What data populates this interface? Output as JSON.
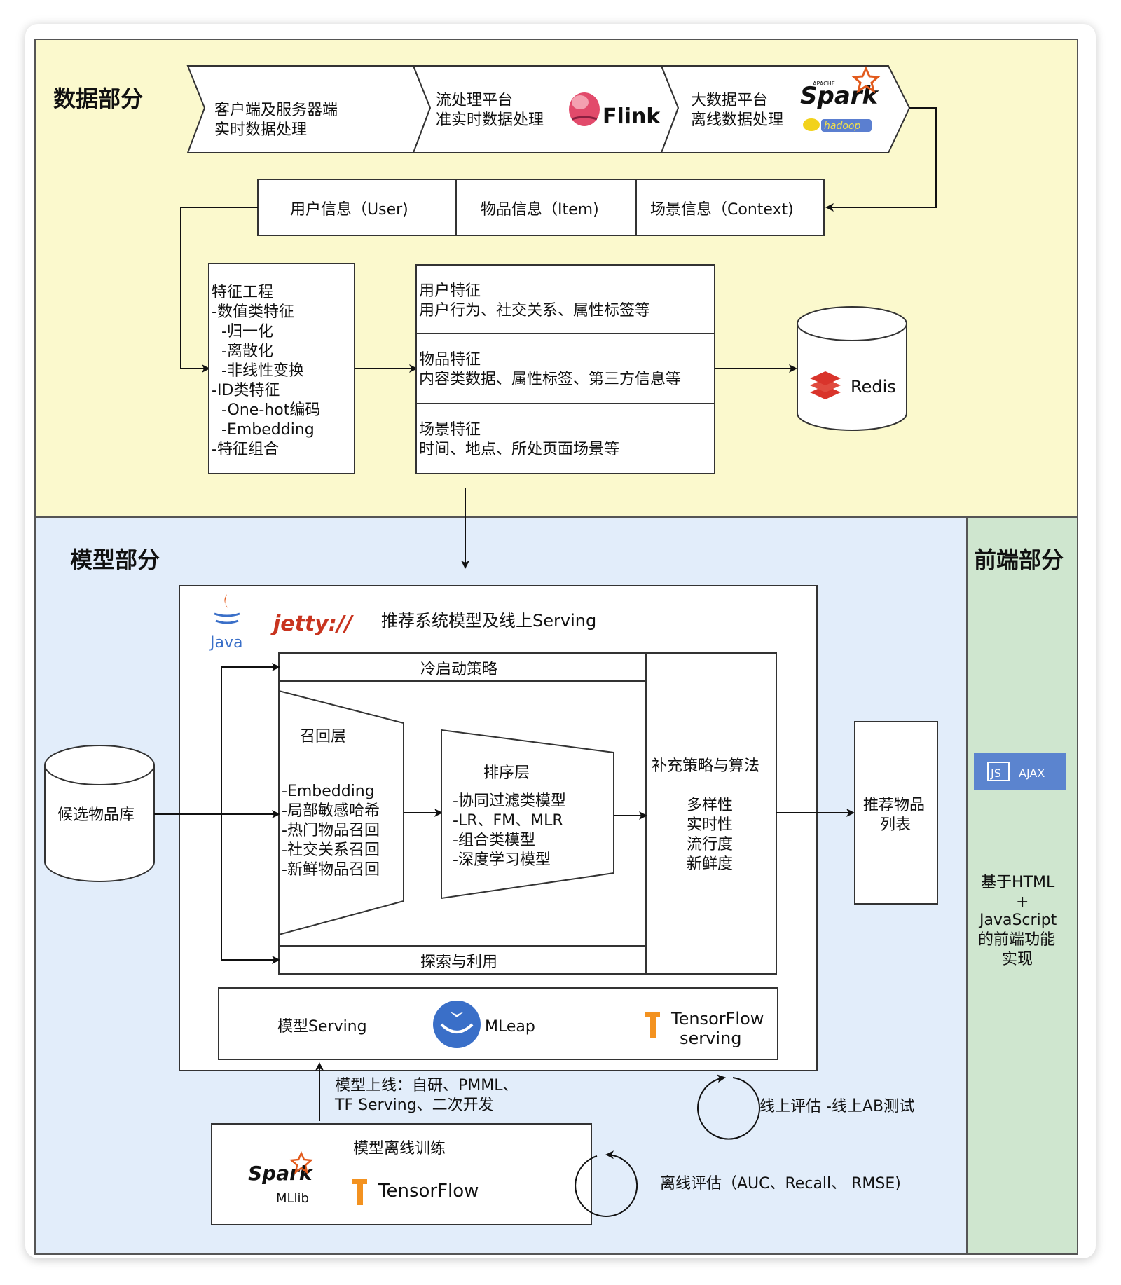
{
  "sections": {
    "data": "数据部分",
    "model": "模型部分",
    "frontend": "前端部分"
  },
  "pipeline": {
    "stage1": [
      "客户端及服务器端",
      "实时数据处理"
    ],
    "stage2": [
      "流处理平台",
      "准实时数据处理"
    ],
    "stage2_logo": "Flink",
    "stage3": [
      "大数据平台",
      "离线数据处理"
    ],
    "stage3_logo_small": "APACHE",
    "stage3_logo": "Spark",
    "stage3_logo2": "hadoop"
  },
  "info_boxes": [
    "用户信息（User)",
    "物品信息（Item)",
    "场景信息（Context)"
  ],
  "feature_engineering": [
    "特征工程",
    "-数值类特征",
    "-归一化",
    "-离散化",
    "-非线性变换",
    "-ID类特征",
    "-One-hot编码",
    "-Embedding",
    "-特征组合"
  ],
  "features": [
    {
      "title": "用户特征",
      "desc": "用户行为、社交关系、属性标签等"
    },
    {
      "title": "物品特征",
      "desc": "内容类数据、属性标签、第三方信息等"
    },
    {
      "title": "场景特征",
      "desc": "时间、地点、所处页面场景等"
    }
  ],
  "redis": "Redis",
  "serving": {
    "java": "Java",
    "jetty": "jetty://",
    "title": "推荐系统模型及线上Serving",
    "cold_start": "冷启动策略",
    "recall_title": "召回层",
    "recall_items": [
      "-Embedding",
      "-局部敏感哈希",
      "-热门物品召回",
      "-社交关系召回",
      "-新鲜物品召回"
    ],
    "rank_title": "排序层",
    "rank_items": [
      "-协同过滤类模型",
      "-LR、FM、MLR",
      "-组合类模型",
      "-深度学习模型"
    ],
    "supplement_title": "补充策略与算法",
    "supplement_items": [
      "多样性",
      "实时性",
      "流行度",
      "新鲜度"
    ],
    "explore": "探索与利用",
    "model_serving": "模型Serving",
    "mleap": "MLeap",
    "tf_serving_1": "TensorFlow",
    "tf_serving_2": "serving"
  },
  "candidate_db": "候选物品库",
  "result_list": [
    "推荐物品",
    "列表"
  ],
  "deploy": [
    "模型上线：自研、PMML、",
    "TF Serving、二次开发"
  ],
  "online_eval": "线上评估 -线上AB测试",
  "offline": {
    "title": "模型离线训练",
    "spark": "Spark",
    "mllib": "MLlib",
    "tensorflow": "TensorFlow"
  },
  "offline_eval": "离线评估（AUC、Recall、 RMSE)",
  "frontend": {
    "js": "JS",
    "ajax": "AJAX",
    "desc": [
      "基于HTML",
      "+",
      "JavaScript",
      "的前端功能",
      "实现"
    ]
  },
  "colors": {
    "data_bg": "#fbf9cd",
    "model_bg": "#e2edfa",
    "frontend_bg": "#cfe6cf",
    "redis_red": "#d9342b",
    "flink_pink": "#e24a6b",
    "spark_orange": "#e25a1c",
    "tf_orange": "#f39220",
    "mleap_blue": "#3a6fc8",
    "js_blue": "#5b84cf"
  }
}
